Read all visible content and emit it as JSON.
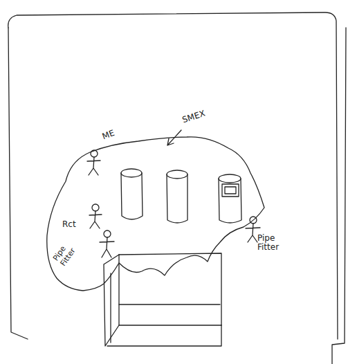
{
  "diagram": {
    "labels": [
      "ME",
      "SMEX",
      "Rct",
      "Pipe Fitter",
      "Pipe Fitter"
    ]
  }
}
